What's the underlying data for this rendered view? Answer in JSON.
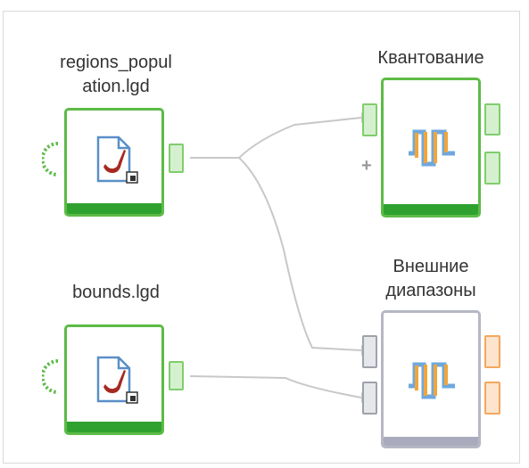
{
  "colors": {
    "node_border_active": "#5dbb46",
    "node_bar_active": "#2fa12f",
    "node_border_inactive": "#b5b7c4",
    "connector": "#c8c8c8",
    "output_port_orange": "#f3a75e",
    "chart_blue": "#6fa8dc",
    "chart_orange": "#f0a63a"
  },
  "nodes": {
    "regions": {
      "title": "regions_popul\nation.lgd",
      "icon": "lgd-file-icon"
    },
    "bounds": {
      "title": "bounds.lgd",
      "icon": "lgd-file-icon"
    },
    "quantize": {
      "title": "Квантование",
      "icon": "quantization-icon",
      "add_port_symbol": "+"
    },
    "external": {
      "title": "Внешние\nдиапазоны",
      "icon": "quantization-icon"
    }
  }
}
